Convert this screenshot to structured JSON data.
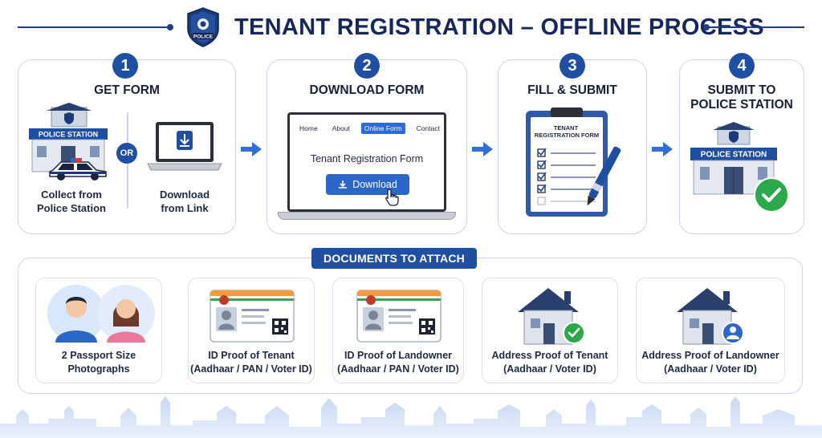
{
  "header": {
    "title": "TENANT REGISTRATION – OFFLINE PROCESS",
    "badge_text": "POLICE"
  },
  "steps": [
    {
      "number": "1",
      "title": "GET FORM",
      "station_sign": "POLICE STATION",
      "or_label": "OR",
      "option_a": "Collect from\nPolice Station",
      "option_b": "Download\nfrom Link"
    },
    {
      "number": "2",
      "title": "DOWNLOAD FORM",
      "nav": [
        "Home",
        "About",
        "Online Form",
        "Contact"
      ],
      "form_title": "Tenant Registration Form",
      "button": "Download"
    },
    {
      "number": "3",
      "title": "FILL & SUBMIT",
      "clipboard_title": "TENANT\nREGISTRATION FORM",
      "checked_items": 4,
      "total_items": 5
    },
    {
      "number": "4",
      "title": "SUBMIT TO\nPOLICE STATION",
      "station_sign": "POLICE STATION"
    }
  ],
  "documents": {
    "label": "DOCUMENTS TO ATTACH",
    "items": [
      {
        "caption": "2 Passport Size\nPhotographs",
        "icon": "passport-photos-icon"
      },
      {
        "caption": "ID Proof of Tenant\n(Aadhaar / PAN / Voter ID)",
        "icon": "id-card-icon"
      },
      {
        "caption": "ID Proof of Landowner\n(Aadhaar / PAN / Voter ID)",
        "icon": "id-card-icon"
      },
      {
        "caption": "Address Proof of Tenant\n(Aadhaar / Voter ID)",
        "icon": "house-check-icon"
      },
      {
        "caption": "Address Proof of Landowner\n(Aadhaar / Voter ID)",
        "icon": "house-user-icon"
      }
    ]
  },
  "colors": {
    "navy": "#16275b",
    "primary_blue": "#1f4fa3",
    "button_blue": "#2d66c9",
    "arrow_blue": "#2f6fd6",
    "check_green": "#2aa84a",
    "card_border": "#c9d6ec"
  }
}
